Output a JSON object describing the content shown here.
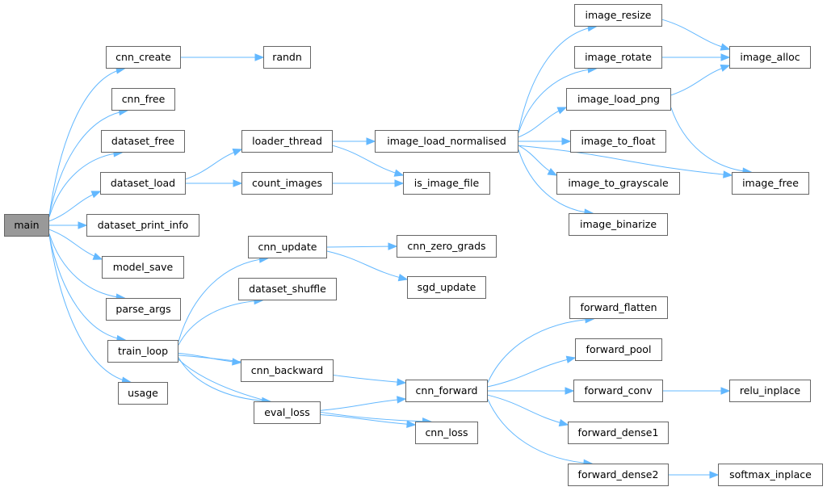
{
  "diagram": {
    "type": "call-graph",
    "root": "main",
    "colors": {
      "edge": "#63b8ff",
      "node_border": "#666666",
      "root_fill": "#999999",
      "node_fill": "#ffffff"
    },
    "nodes": {
      "main": "main",
      "cnn_create": "cnn_create",
      "randn": "randn",
      "cnn_free": "cnn_free",
      "dataset_free": "dataset_free",
      "dataset_load": "dataset_load",
      "loader_thread": "loader_thread",
      "count_images": "count_images",
      "image_load_normalised": "image_load_normalised",
      "is_image_file": "is_image_file",
      "image_resize": "image_resize",
      "image_rotate": "image_rotate",
      "image_load_png": "image_load_png",
      "image_alloc": "image_alloc",
      "image_to_float": "image_to_float",
      "image_to_grayscale": "image_to_grayscale",
      "image_binarize": "image_binarize",
      "image_free": "image_free",
      "dataset_print_info": "dataset_print_info",
      "model_save": "model_save",
      "parse_args": "parse_args",
      "train_loop": "train_loop",
      "usage": "usage",
      "cnn_update": "cnn_update",
      "cnn_zero_grads": "cnn_zero_grads",
      "sgd_update": "sgd_update",
      "dataset_shuffle": "dataset_shuffle",
      "cnn_backward": "cnn_backward",
      "eval_loss": "eval_loss",
      "cnn_forward": "cnn_forward",
      "cnn_loss": "cnn_loss",
      "forward_flatten": "forward_flatten",
      "forward_pool": "forward_pool",
      "forward_conv": "forward_conv",
      "relu_inplace": "relu_inplace",
      "forward_dense1": "forward_dense1",
      "forward_dense2": "forward_dense2",
      "softmax_inplace": "softmax_inplace"
    },
    "edges": [
      [
        "main",
        "cnn_create"
      ],
      [
        "main",
        "cnn_free"
      ],
      [
        "main",
        "dataset_free"
      ],
      [
        "main",
        "dataset_load"
      ],
      [
        "main",
        "dataset_print_info"
      ],
      [
        "main",
        "model_save"
      ],
      [
        "main",
        "parse_args"
      ],
      [
        "main",
        "train_loop"
      ],
      [
        "main",
        "usage"
      ],
      [
        "cnn_create",
        "randn"
      ],
      [
        "dataset_load",
        "loader_thread"
      ],
      [
        "dataset_load",
        "count_images"
      ],
      [
        "loader_thread",
        "image_load_normalised"
      ],
      [
        "loader_thread",
        "is_image_file"
      ],
      [
        "count_images",
        "is_image_file"
      ],
      [
        "image_load_normalised",
        "image_resize"
      ],
      [
        "image_load_normalised",
        "image_rotate"
      ],
      [
        "image_load_normalised",
        "image_load_png"
      ],
      [
        "image_load_normalised",
        "image_to_float"
      ],
      [
        "image_load_normalised",
        "image_to_grayscale"
      ],
      [
        "image_load_normalised",
        "image_binarize"
      ],
      [
        "image_load_normalised",
        "image_free"
      ],
      [
        "image_resize",
        "image_alloc"
      ],
      [
        "image_rotate",
        "image_alloc"
      ],
      [
        "image_load_png",
        "image_alloc"
      ],
      [
        "image_load_png",
        "image_free"
      ],
      [
        "train_loop",
        "cnn_update"
      ],
      [
        "train_loop",
        "dataset_shuffle"
      ],
      [
        "train_loop",
        "cnn_forward"
      ],
      [
        "train_loop",
        "cnn_backward"
      ],
      [
        "train_loop",
        "eval_loss"
      ],
      [
        "train_loop",
        "cnn_loss"
      ],
      [
        "cnn_update",
        "cnn_zero_grads"
      ],
      [
        "cnn_update",
        "sgd_update"
      ],
      [
        "eval_loss",
        "cnn_forward"
      ],
      [
        "eval_loss",
        "cnn_loss"
      ],
      [
        "cnn_forward",
        "forward_flatten"
      ],
      [
        "cnn_forward",
        "forward_pool"
      ],
      [
        "cnn_forward",
        "forward_conv"
      ],
      [
        "cnn_forward",
        "forward_dense1"
      ],
      [
        "cnn_forward",
        "forward_dense2"
      ],
      [
        "forward_conv",
        "relu_inplace"
      ],
      [
        "forward_dense2",
        "softmax_inplace"
      ]
    ]
  }
}
